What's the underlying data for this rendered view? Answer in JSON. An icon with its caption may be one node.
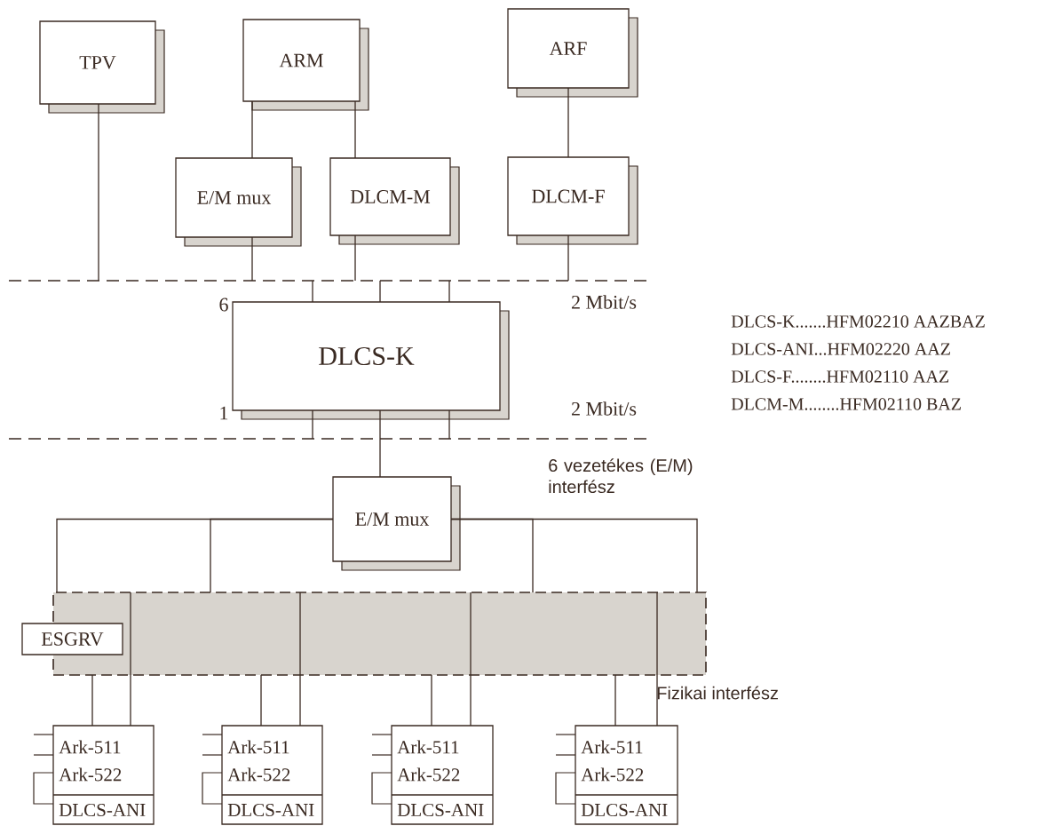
{
  "diagram": {
    "nodes": [
      {
        "text": [
          "TPV"
        ]
      },
      {
        "text": [
          "ARM"
        ]
      },
      {
        "text": [
          "ARF"
        ]
      },
      {
        "text": [
          "E/M mux"
        ]
      },
      {
        "text": [
          "DLCM-M"
        ]
      },
      {
        "text": [
          "DLCM-F"
        ]
      },
      {
        "text": [],
        "shape": "bar"
      },
      {
        "text": [
          "DLCS-K"
        ]
      },
      {
        "text": [],
        "shape": "bar"
      },
      {
        "text": [
          "E/M mux"
        ]
      },
      {
        "text": [],
        "shape": "box"
      },
      {
        "text": [
          "ESGRV"
        ]
      },
      {
        "text": [
          "Ark-511",
          "Ark-522",
          "DLCS-ANI"
        ]
      },
      {
        "text": [
          "Ark-511",
          "Ark-522",
          "DLCS-ANI"
        ]
      },
      {
        "text": [
          "Ark-511",
          "Ark-522",
          "DLCS-ANI"
        ]
      },
      {
        "text": [
          "Ark-511",
          "Ark-522",
          "DLCS-ANI"
        ]
      }
    ],
    "edges": [
      {
        "from": 0,
        "to": 6,
        "arrow": "none"
      },
      {
        "from": 1,
        "to": 3,
        "arrow": "none"
      },
      {
        "from": 1,
        "to": 4,
        "arrow": "none"
      },
      {
        "from": 2,
        "to": 5,
        "arrow": "none"
      },
      {
        "from": 3,
        "to": 6,
        "arrow": "none"
      },
      {
        "from": 4,
        "to": 6,
        "arrow": "none"
      },
      {
        "from": 5,
        "to": 6,
        "arrow": "none"
      },
      {
        "from": 6,
        "to": 7,
        "arrow": "none"
      },
      {
        "from": 6,
        "to": 7,
        "arrow": "none"
      },
      {
        "from": 6,
        "to": 7,
        "arrow": "none"
      },
      {
        "from": 7,
        "to": 8,
        "arrow": "none"
      },
      {
        "from": 7,
        "to": 8,
        "arrow": "none"
      },
      {
        "from": 7,
        "to": 9,
        "arrow": "none"
      },
      {
        "from": 9,
        "to": 10,
        "arrow": "none"
      },
      {
        "from": 9,
        "to": 10,
        "arrow": "none"
      },
      {
        "from": 9,
        "to": 10,
        "arrow": "none"
      },
      {
        "from": 9,
        "to": 10,
        "arrow": "none"
      },
      {
        "from": 10,
        "to": 12,
        "arrow": "none"
      },
      {
        "from": 10,
        "to": 12,
        "arrow": "none"
      },
      {
        "from": 10,
        "to": 13,
        "arrow": "none"
      },
      {
        "from": 10,
        "to": 13,
        "arrow": "none"
      },
      {
        "from": 10,
        "to": 14,
        "arrow": "none"
      },
      {
        "from": 10,
        "to": 14,
        "arrow": "none"
      },
      {
        "from": 10,
        "to": 15,
        "arrow": "none"
      },
      {
        "from": 10,
        "to": 15,
        "arrow": "none"
      }
    ],
    "labels": [
      "6",
      "2 Mbit/s",
      "DLCS-K.......HFM02210 AAZBAZ",
      "DLCS-ANI...HFM02220 AAZ",
      "DLCS-F........HFM02110 AAZ",
      "DLCM-M........HFM02110 BAZ",
      "1",
      "2 Mbit/s",
      "6 vezetékes (E/M) interfész",
      "Fizikai interfész"
    ]
  }
}
